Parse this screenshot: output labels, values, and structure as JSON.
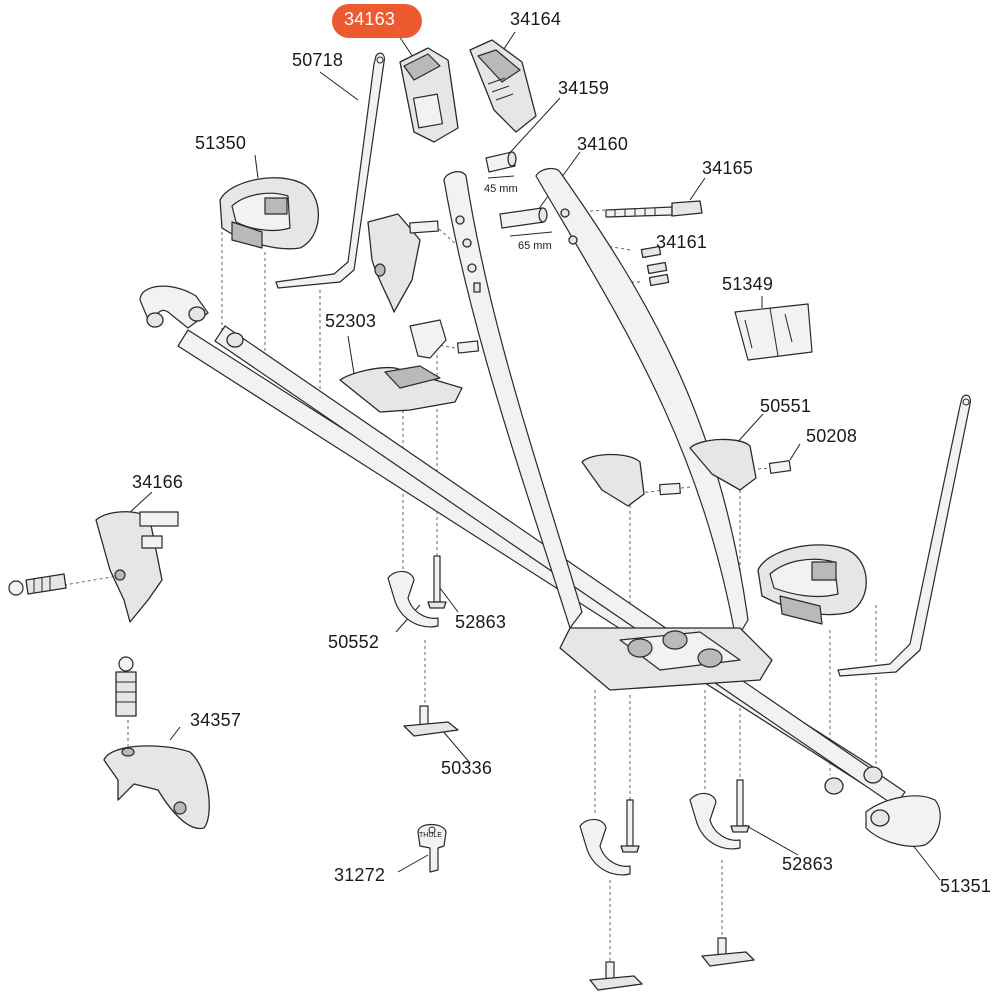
{
  "diagram": {
    "highlighted_part": "34163",
    "highlight_color": "#ee5a2f",
    "parts": {
      "p34163": "34163",
      "p34164": "34164",
      "p50718": "50718",
      "p34159": "34159",
      "p51350": "51350",
      "p34160": "34160",
      "p34165": "34165",
      "p34161": "34161",
      "p51349": "51349",
      "p52303": "52303",
      "p50551": "50551",
      "p50208": "50208",
      "p34166": "34166",
      "p50552": "50552",
      "p52863a": "52863",
      "p34357": "34357",
      "p50336": "50336",
      "p31272": "31272",
      "p52863b": "52863",
      "p51351": "51351"
    },
    "dimensions": {
      "d45": "45 mm",
      "d65": "65 mm"
    },
    "key_brand": "THULE"
  }
}
